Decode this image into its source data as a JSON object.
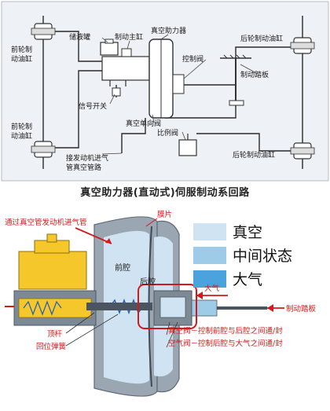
{
  "top": {
    "labels": {
      "reservoir": "储液罐",
      "master_cylinder": "制动主缸",
      "booster": "真空助力器",
      "front_left": "前轮制\n动油缸",
      "front_right": "前轮制\n动油缸",
      "control_valve": "控制阀",
      "brake_pedal": "制动踏板",
      "rear_top": "后轮制动油缸",
      "rear_bottom": "后轮制动油缸",
      "signal_switch": "信号开关",
      "check_valve": "真空单向阀",
      "proportion_valve": "比例阀",
      "intake": "接发动机进气\n管真空管路"
    }
  },
  "title": "真空助力器(直动式)伺服制动系回路",
  "bottom": {
    "labels": {
      "vacuum_pipe": "通过真空管发动机进气管",
      "diaphragm": "膜片",
      "front_chamber": "前腔",
      "rear_chamber": "后腔",
      "atmosphere_arrow": "大气",
      "brake_pedal": "制动踏板",
      "push_rod": "顶杆",
      "return_spring": "回位弹簧",
      "vacuum_valve_desc": "真空阀－控制前腔与后腔之间通/封",
      "air_valve_desc": "空气阀－控制后腔与大气之间通/封"
    },
    "legend": [
      {
        "label": "真空",
        "color": "#cfe3f2"
      },
      {
        "label": "中间状态",
        "color": "#9ecbe8"
      },
      {
        "label": "大气",
        "color": "#4aa3dc"
      }
    ],
    "colors": {
      "body_gray": "#9aa6b2",
      "master_yellow": "#f5c72b",
      "red": "#d21a1a"
    }
  }
}
